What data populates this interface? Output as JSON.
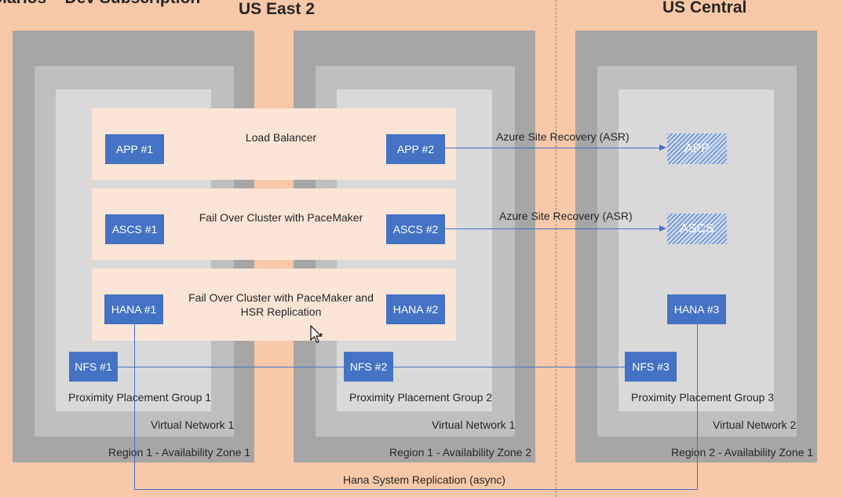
{
  "header": {
    "cut_title": "Clarios – Dev Subscription",
    "region_left": "US East 2",
    "region_right": "US Central"
  },
  "zones": [
    {
      "label": "Region 1 - Availability Zone 1",
      "vnet": "Virtual Network 1",
      "ppg": "Proximity Placement Group 1"
    },
    {
      "label": "Region 1 - Availability Zone 2",
      "vnet": "Virtual Network 1",
      "ppg": "Proximity Placement Group 2"
    },
    {
      "label": "Region 2 - Availability Zone 1",
      "vnet": "Virtual Network 2",
      "ppg": "Proximity Placement Group 3"
    }
  ],
  "bands": {
    "lb": "Load Balancer",
    "ascs": "Fail Over Cluster with PaceMaker",
    "hana": "Fail Over Cluster with PaceMaker and HSR Replication"
  },
  "nodes": {
    "app1": "APP #1",
    "app2": "APP #2",
    "app_dr": "APP",
    "ascs1": "ASCS #1",
    "ascs2": "ASCS #2",
    "ascs_dr": "ASCS",
    "hana1": "HANA #1",
    "hana2": "HANA #2",
    "hana3": "HANA #3",
    "nfs1": "NFS #1",
    "nfs2": "NFS #2",
    "nfs3": "NFS #3"
  },
  "connections": {
    "asr_app": "Azure Site Recovery (ASR)",
    "asr_ascs": "Azure Site Recovery (ASR)",
    "hsr": "Hana System Replication (async)"
  },
  "colors": {
    "background": "#f8c8a8",
    "zone": "#a6a6a6",
    "vnet": "#bfbfbf",
    "ppg": "#d9d9d9",
    "band": "#fbe5d6",
    "node": "#4472c4"
  }
}
